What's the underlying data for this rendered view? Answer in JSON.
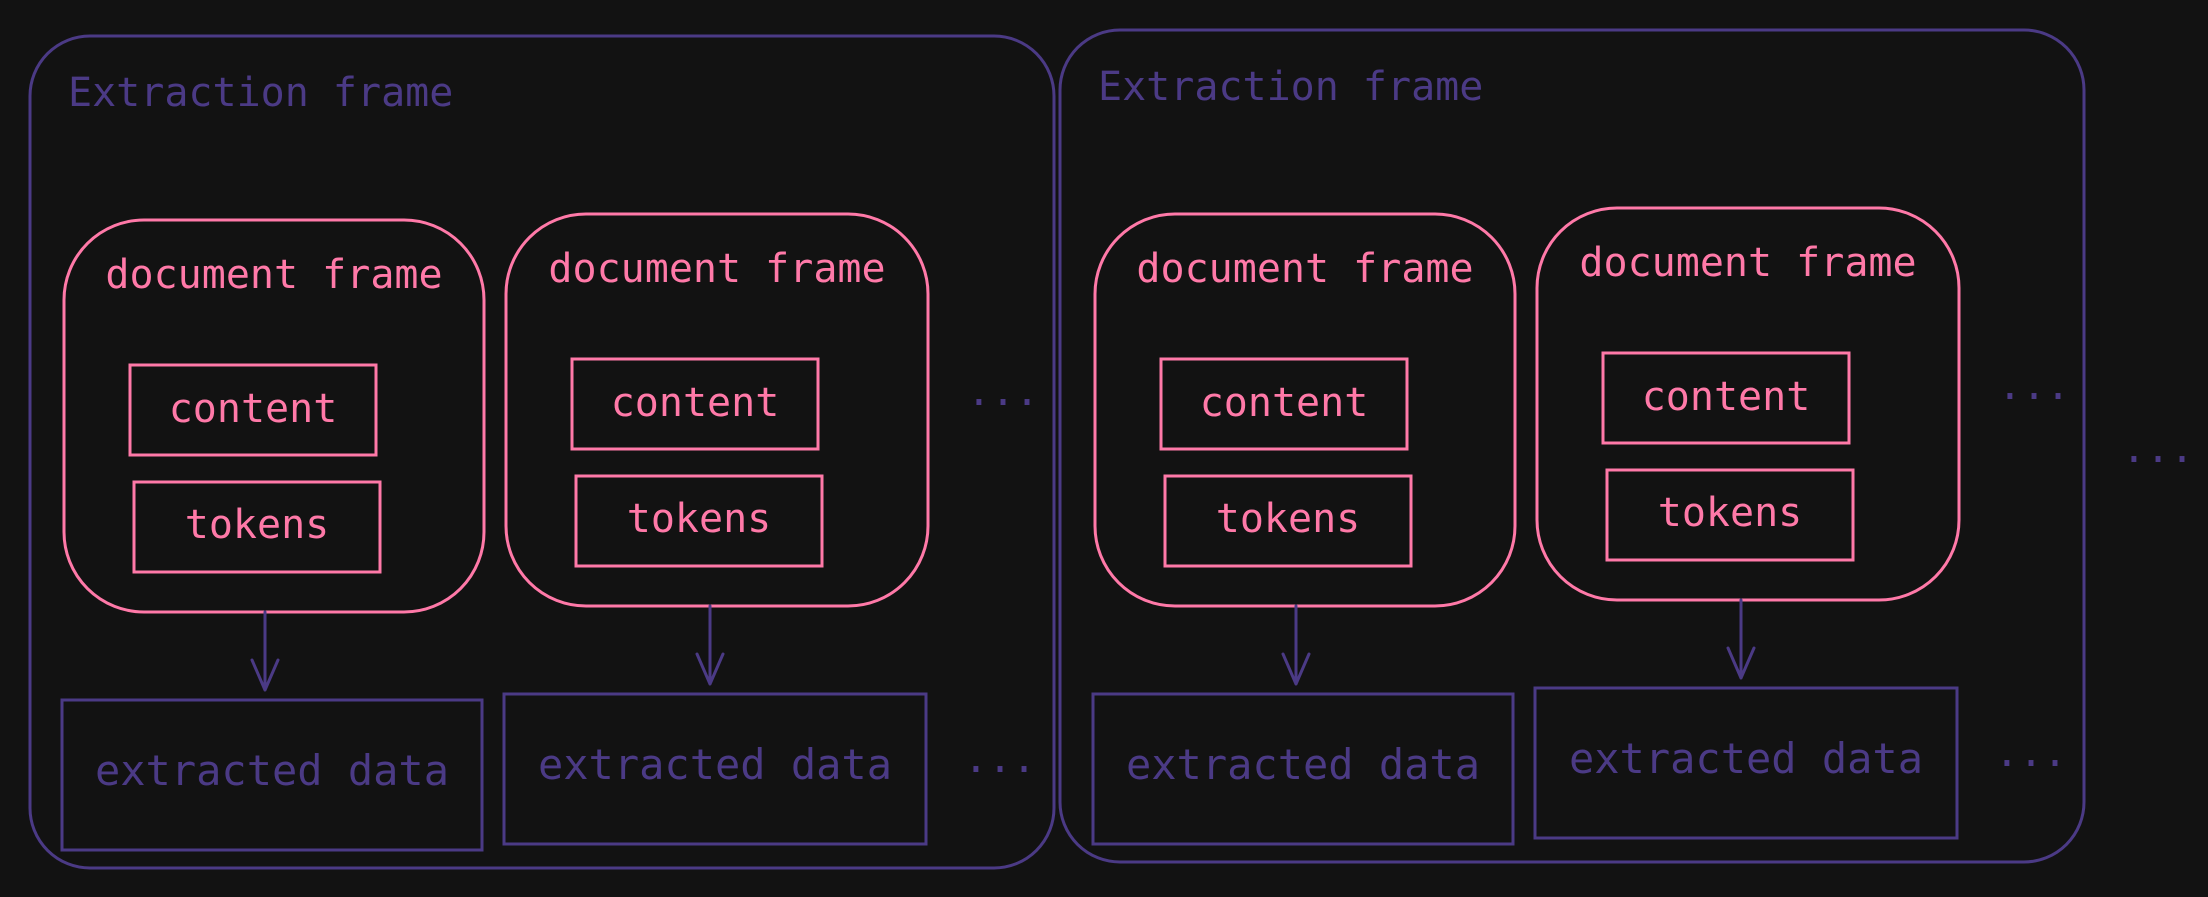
{
  "colors": {
    "background": "#121212",
    "extraction": "#4b3a85",
    "document": "#ff79a8"
  },
  "extraction_frames": [
    {
      "label": "Extraction frame",
      "documents": [
        {
          "label": "document frame",
          "content": "content",
          "tokens": "tokens",
          "output": "extracted data"
        },
        {
          "label": "document frame",
          "content": "content",
          "tokens": "tokens",
          "output": "extracted data"
        }
      ],
      "more_documents": "...",
      "more_outputs": "..."
    },
    {
      "label": "Extraction frame",
      "documents": [
        {
          "label": "document frame",
          "content": "content",
          "tokens": "tokens",
          "output": "extracted data"
        },
        {
          "label": "document frame",
          "content": "content",
          "tokens": "tokens",
          "output": "extracted data"
        }
      ],
      "more_documents": "...",
      "more_outputs": "..."
    }
  ],
  "more_frames": "..."
}
